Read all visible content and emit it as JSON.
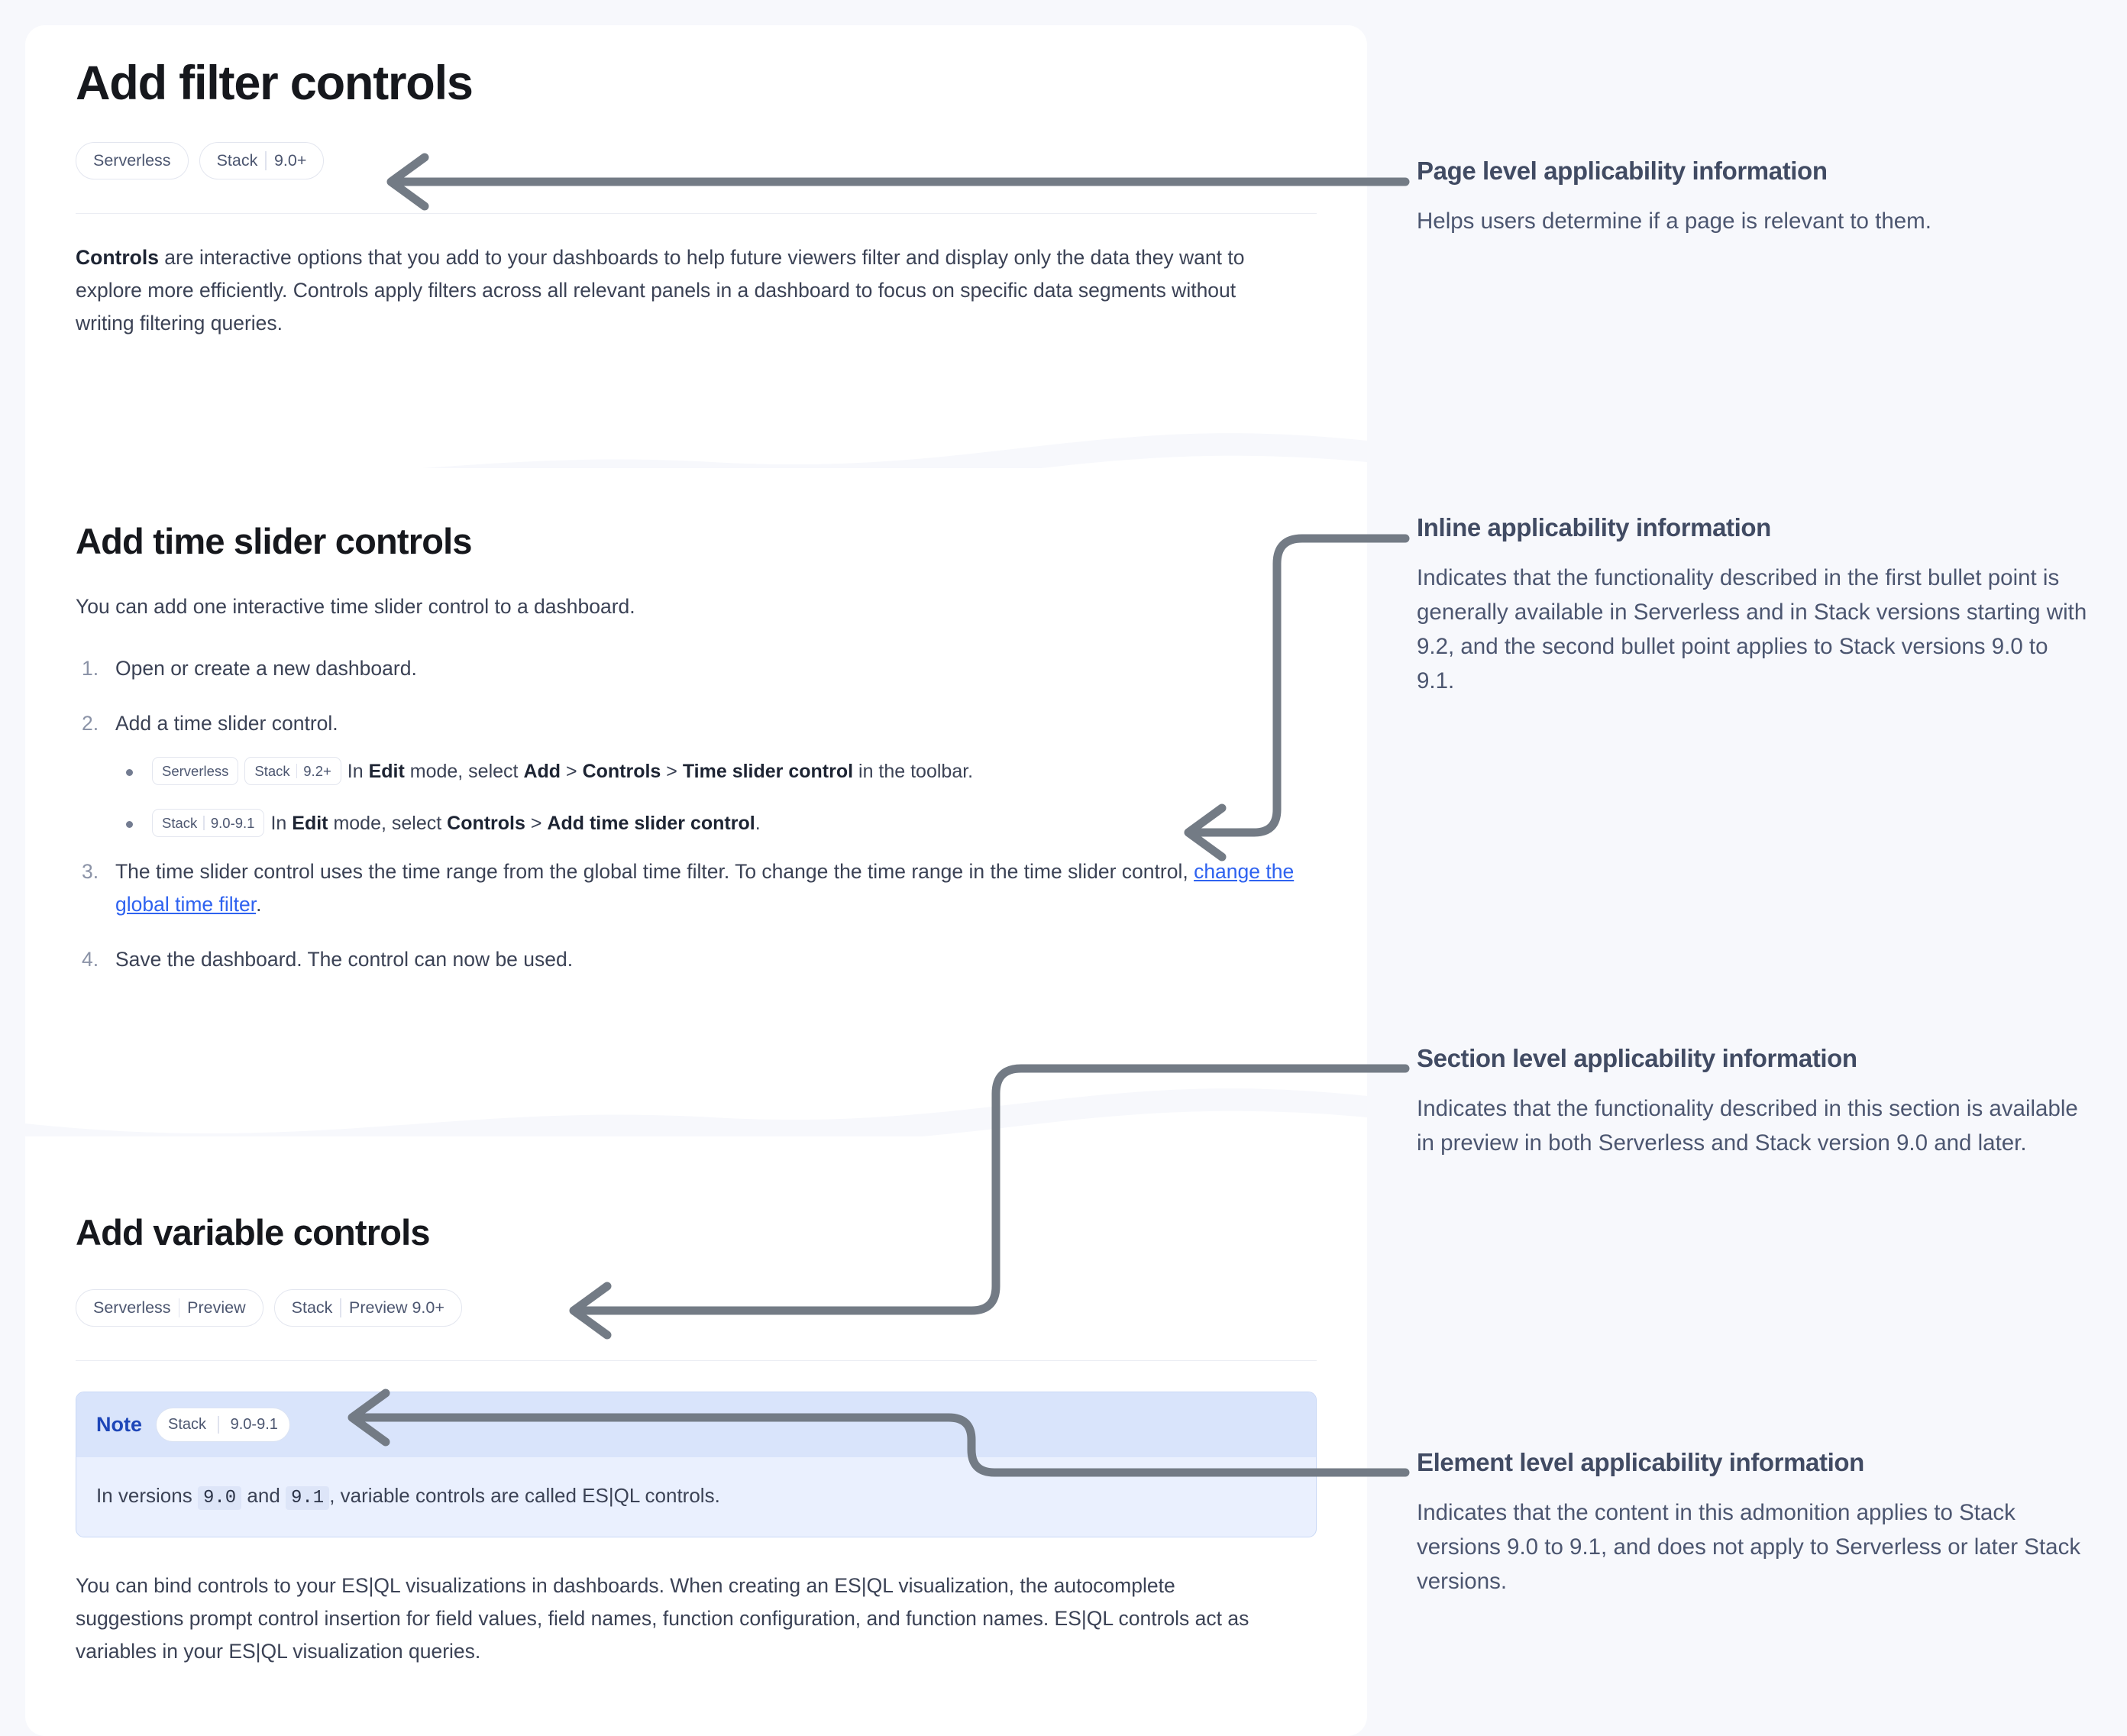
{
  "document": {
    "page_title": "Add filter controls",
    "page_badges": [
      {
        "name": "Serverless"
      },
      {
        "name": "Stack",
        "version": "9.0+"
      }
    ],
    "intro": {
      "lead": "Controls",
      "rest": " are interactive options that you add to your dashboards to help future viewers filter and display only the data they want to explore more efficiently. Controls apply filters across all relevant panels in a dashboard to focus on specific data segments without writing filtering queries."
    },
    "time_slider_section": {
      "heading": "Add time slider controls",
      "intro": "You can add one interactive time slider control to a dashboard.",
      "steps": [
        {
          "num": "1.",
          "text": "Open or create a new dashboard."
        },
        {
          "num": "2.",
          "text": "Add a time slider control."
        },
        {
          "num": "3.",
          "text": "The time slider control uses the time range from the global time filter. To change the time range in the time slider control, ",
          "link": "change the global time filter",
          "tail": "."
        },
        {
          "num": "4.",
          "text": "Save the dashboard. The control can now be used."
        }
      ],
      "bullets": [
        {
          "badges": [
            {
              "name": "Serverless"
            },
            {
              "name": "Stack",
              "version": "9.2+"
            }
          ],
          "parts": [
            {
              "t": "In "
            },
            {
              "t": "Edit",
              "bold": true
            },
            {
              "t": " mode, select "
            },
            {
              "t": "Add",
              "bold": true
            },
            {
              "t": " > "
            },
            {
              "t": "Controls",
              "bold": true
            },
            {
              "t": " > "
            },
            {
              "t": "Time slider control",
              "bold": true
            },
            {
              "t": " in the toolbar."
            }
          ]
        },
        {
          "badges": [
            {
              "name": "Stack",
              "version": "9.0-9.1"
            }
          ],
          "parts": [
            {
              "t": "In "
            },
            {
              "t": "Edit",
              "bold": true
            },
            {
              "t": " mode, select "
            },
            {
              "t": "Controls",
              "bold": true
            },
            {
              "t": " > "
            },
            {
              "t": "Add time slider control",
              "bold": true
            },
            {
              "t": "."
            }
          ]
        }
      ]
    },
    "variable_section": {
      "heading": "Add variable controls",
      "badges": [
        {
          "name": "Serverless",
          "version": "Preview"
        },
        {
          "name": "Stack",
          "version": "Preview 9.0+"
        }
      ],
      "note": {
        "label": "Note",
        "badge": {
          "name": "Stack",
          "version": "9.0-9.1"
        },
        "body_before": "In versions ",
        "code1": "9.0",
        "body_mid": " and ",
        "code2": "9.1",
        "body_after": ", variable controls are called ES|QL controls."
      },
      "paragraph": "You can bind controls to your ES|QL visualizations in dashboards. When creating an ES|QL visualization, the autocomplete suggestions prompt control insertion for field values, field names, function configuration, and function names. ES|QL controls act as variables in your ES|QL visualization queries."
    }
  },
  "annotations": [
    {
      "id": "page-level",
      "title": "Page level applicability information",
      "text": "Helps users determine if a page is relevant to them."
    },
    {
      "id": "inline",
      "title": "Inline applicability information",
      "text": "Indicates that the functionality described in the first bullet point is generally available in Serverless and in Stack versions starting with 9.2, and the second bullet point applies to Stack versions 9.0 to 9.1."
    },
    {
      "id": "section-level",
      "title": "Section level applicability information",
      "text": "Indicates that the functionality described in this section is available in preview in both Serverless and Stack version 9.0 and later."
    },
    {
      "id": "element-level",
      "title": "Element level applicability information",
      "text": "Indicates that the content in this admonition applies to Stack versions 9.0 to 9.1, and does not apply to Serverless or later Stack versions."
    }
  ],
  "colors": {
    "page_background": "#f7f8fc",
    "card_background": "#ffffff",
    "badge_text": "#4c5670",
    "link": "#2e62f0",
    "note_header": "#d9e4fb",
    "note_body": "#eaf0fe",
    "note_label": "#1e46b8",
    "connector": "#737b85",
    "annotation_title": "#414b63"
  }
}
